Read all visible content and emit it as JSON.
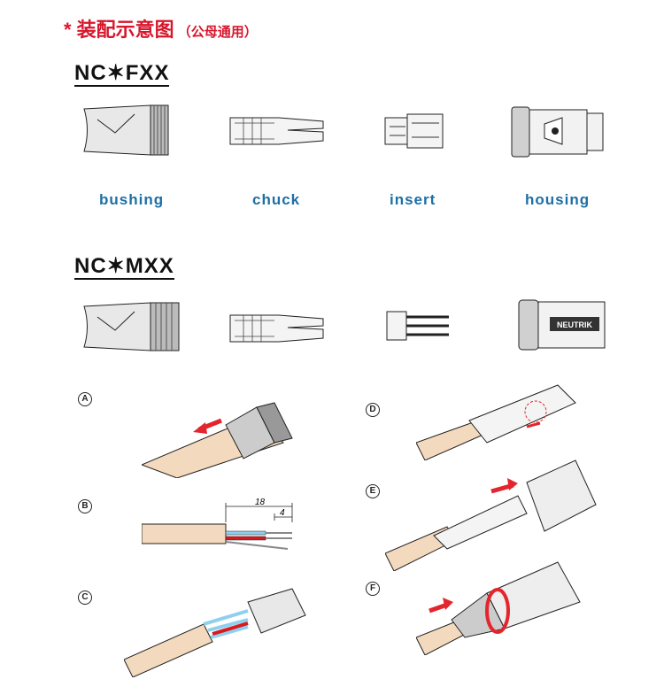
{
  "title": {
    "main": "* 装配示意图",
    "sub": "（公母通用）"
  },
  "fxx": {
    "heading": "NC✶FXX",
    "parts": [
      "bushing",
      "chuck",
      "insert",
      "housing"
    ]
  },
  "mxx": {
    "heading": "NC✶MXX",
    "housing_logo": "NEUTRIK"
  },
  "steps": {
    "a": "A",
    "b": "B",
    "c": "C",
    "d": "D",
    "e": "E",
    "f": "F",
    "b_dim_total": "18",
    "b_dim_strip": "4"
  },
  "colors": {
    "title": "#d8162c",
    "label": "#1d6fa5",
    "cable": "#f3d9bd",
    "arrow": "#e3262e"
  }
}
